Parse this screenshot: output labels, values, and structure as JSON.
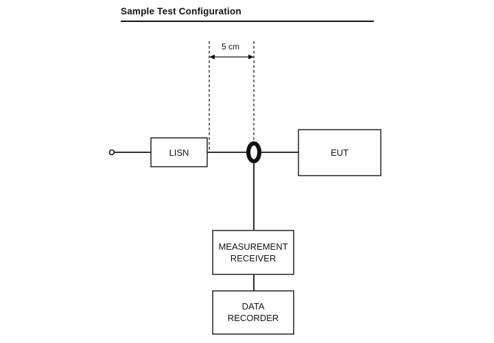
{
  "title": "Sample Test Configuration",
  "diagram": {
    "dimension": {
      "label": "5 cm"
    },
    "lisn": {
      "label": "LISN"
    },
    "eut": {
      "label": "EUT"
    },
    "measurement_receiver": {
      "line1": "MEASUREMENT",
      "line2": "RECEIVER"
    },
    "data_recorder": {
      "line1": "DATA",
      "line2": "RECORDER"
    },
    "colors": {
      "line": "#111111",
      "background": "#ffffff"
    }
  }
}
